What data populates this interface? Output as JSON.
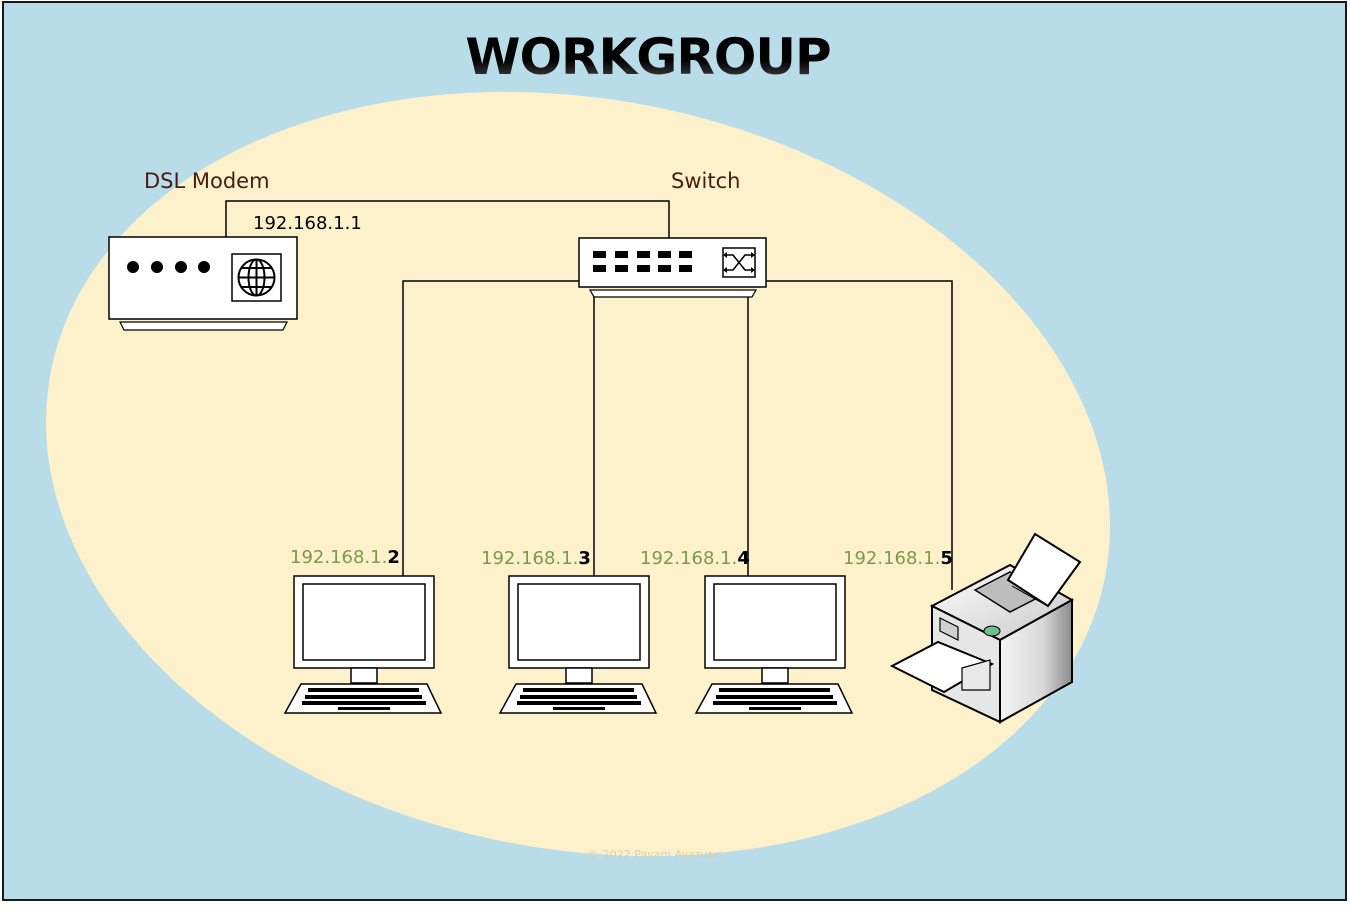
{
  "title": "WORKGROUP",
  "colors": {
    "background": "#b8dde8",
    "zone": "#fdf1cc",
    "border": "#1a1a1a",
    "ip_network": "#7a9a4a",
    "label": "#4a1a14"
  },
  "devices": {
    "modem": {
      "label": "DSL Modem",
      "ip": "192.168.1.1",
      "icon": "dsl-modem-icon"
    },
    "switch": {
      "label": "Switch",
      "icon": "network-switch-icon"
    },
    "pc1": {
      "ip_network": "192.168.1.",
      "ip_host": "2",
      "icon": "computer-icon"
    },
    "pc2": {
      "ip_network": "192.168.1.",
      "ip_host": "3",
      "icon": "computer-icon"
    },
    "pc3": {
      "ip_network": "192.168.1.",
      "ip_host": "4",
      "icon": "computer-icon"
    },
    "printer": {
      "ip_network": "192.168.1.",
      "ip_host": "5",
      "icon": "printer-icon"
    }
  },
  "watermark": "© 2022 Payam Ayazuari"
}
